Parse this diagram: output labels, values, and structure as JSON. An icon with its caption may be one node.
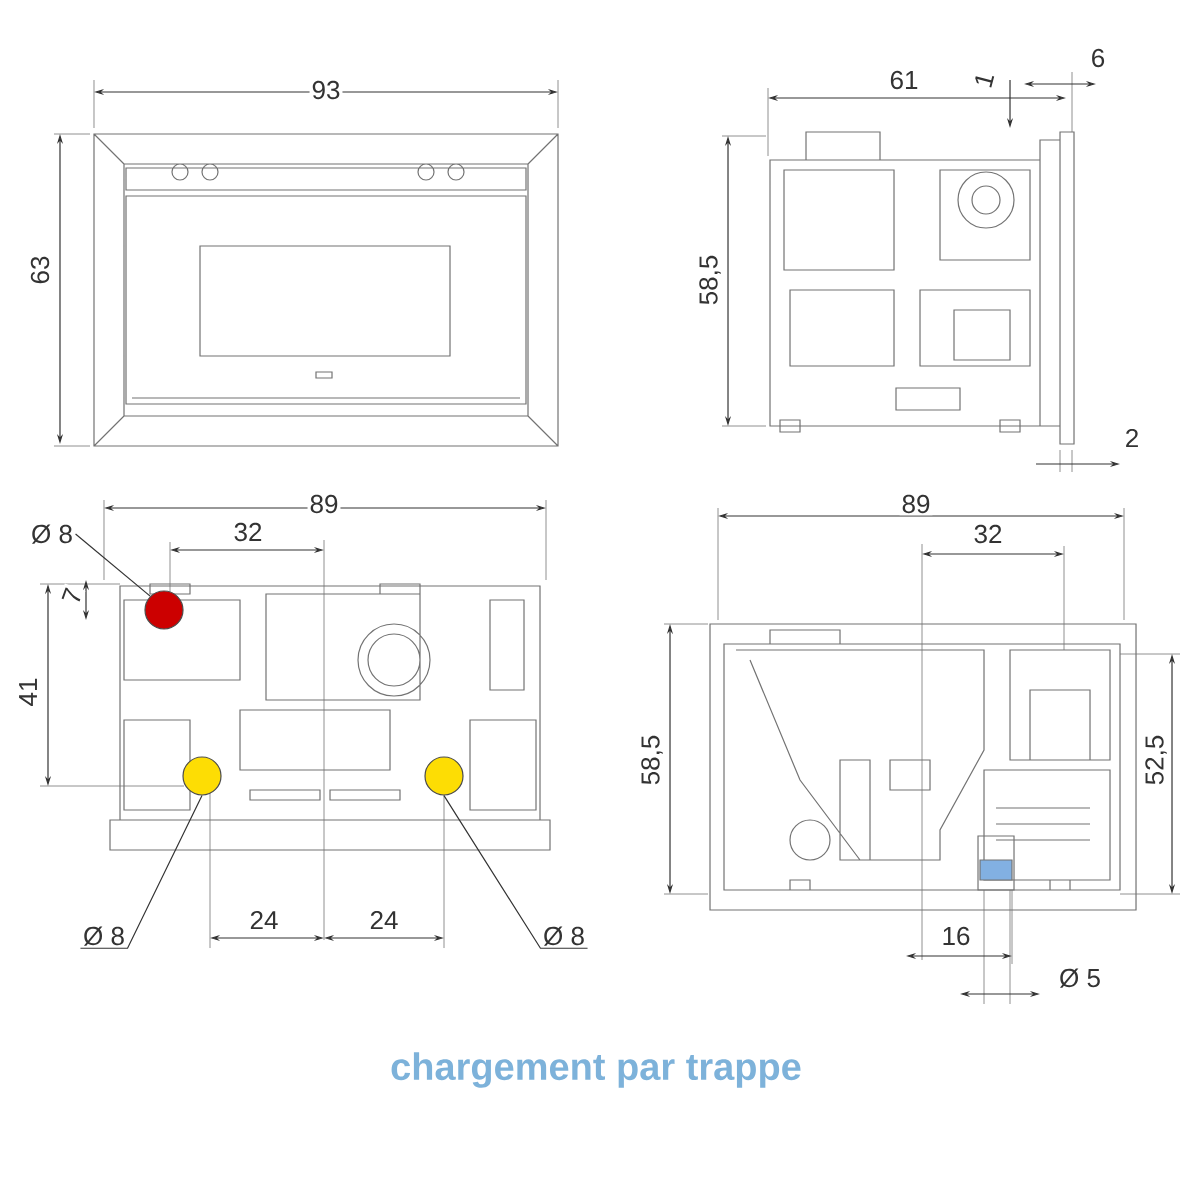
{
  "diagram": {
    "caption": "chargement par trappe",
    "nodes": [
      {
        "text": [
          "Ø 8"
        ]
      },
      {
        "text": [],
        "shape": "circle"
      },
      {
        "text": [
          "Ø 8"
        ]
      },
      {
        "text": [],
        "shape": "circle"
      },
      {
        "text": [
          "Ø 8"
        ]
      },
      {
        "text": [],
        "shape": "circle"
      }
    ],
    "edges": [
      {
        "from": 0,
        "to": 1,
        "arrow": "none"
      },
      {
        "from": 2,
        "to": 3,
        "arrow": "none"
      },
      {
        "from": 4,
        "to": 5,
        "arrow": "none"
      }
    ],
    "labels": [
      "93",
      "63",
      "61",
      "1",
      "6",
      "58,5",
      "2",
      "89",
      "32",
      "7",
      "41",
      "24",
      "24",
      "89",
      "32",
      "58,5",
      "52,5",
      "16",
      "Ø 5"
    ]
  }
}
